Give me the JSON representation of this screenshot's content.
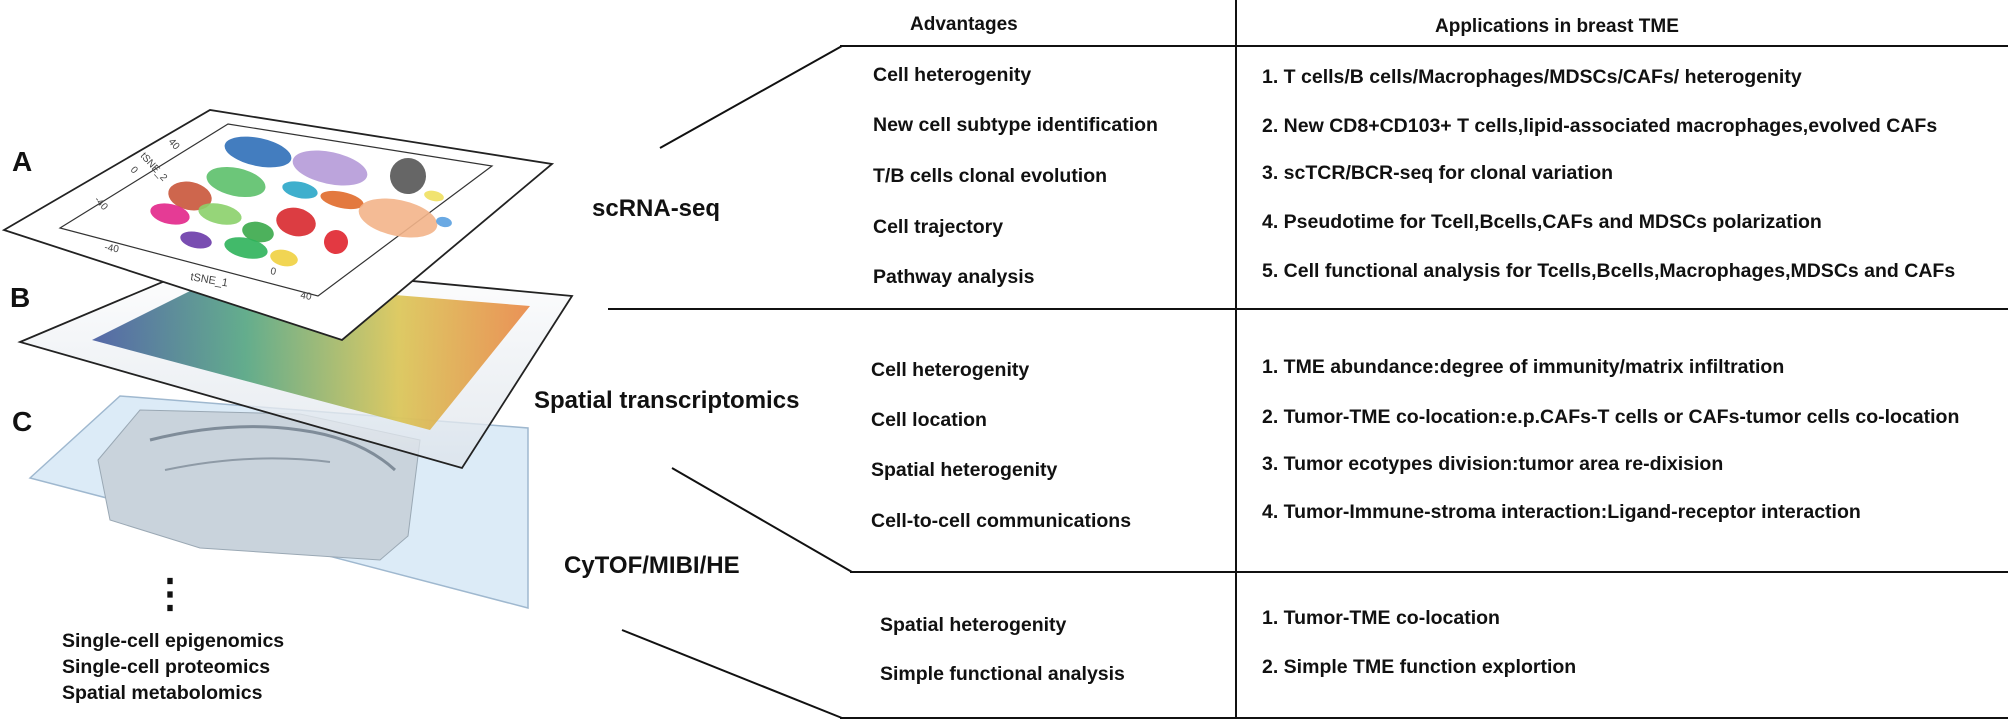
{
  "panels": [
    "A",
    "B",
    "C"
  ],
  "headers": {
    "advantages": "Advantages",
    "applications": "Applications in breast TME"
  },
  "tsne": {
    "xlabel": "tSNE_1",
    "ylabel": "tSNE_2",
    "ticks": [
      "-40",
      "0",
      "40",
      "-40",
      "0",
      "40"
    ]
  },
  "technologies": [
    {
      "name": "scRNA-seq",
      "advantages": [
        "Cell heterogenity",
        "New cell subtype identification",
        "T/B cells clonal evolution",
        "Cell trajectory",
        "Pathway analysis"
      ],
      "applications": [
        "1. T cells/B cells/Macrophages/MDSCs/CAFs/ heterogenity",
        "2. New CD8+CD103+ T cells,lipid-associated macrophages,evolved CAFs",
        "3. scTCR/BCR-seq for clonal variation",
        "4. Pseudotime for Tcell,Bcells,CAFs and MDSCs polarization",
        "5. Cell functional analysis for Tcells,Bcells,Macrophages,MDSCs and CAFs"
      ]
    },
    {
      "name": "Spatial transcriptomics",
      "advantages": [
        "Cell heterogenity",
        "Cell location",
        "Spatial heterogenity",
        "Cell-to-cell communications"
      ],
      "applications": [
        "1. TME abundance:degree of immunity/matrix infiltration",
        "2. Tumor-TME co-location:e.p.CAFs-T cells or CAFs-tumor cells co-location",
        "3. Tumor ecotypes division:tumor area re-dixision",
        "4. Tumor-Immune-stroma interaction:Ligand-receptor interaction"
      ]
    },
    {
      "name": "CyTOF/MIBI/HE",
      "advantages": [
        "Spatial heterogenity",
        "Simple functional analysis"
      ],
      "applications": [
        "1. Tumor-TME co-location",
        "2. Simple TME function explortion"
      ]
    }
  ],
  "other_omics": [
    "Single-cell epigenomics",
    "Single-cell proteomics",
    "Spatial metabolomics"
  ],
  "ellipsis": "⋮"
}
